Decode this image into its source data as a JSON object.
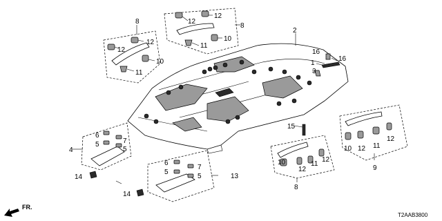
{
  "diagram": {
    "callouts": {
      "c1": "1",
      "c2": "2",
      "c3": "3",
      "c4": "4",
      "c5a": "5",
      "c5b": "5",
      "c5c": "5",
      "c5d": "5",
      "c6a": "6",
      "c6b": "6",
      "c7a": "7",
      "c7b": "7",
      "c8a": "8",
      "c8b": "8",
      "c8c": "8",
      "c9": "9",
      "c10a": "10",
      "c10b": "10",
      "c10c": "10",
      "c10d": "10",
      "c11a": "11",
      "c11b": "11",
      "c11c": "11",
      "c11d": "11",
      "c12a": "12",
      "c12b": "12",
      "c12c": "12",
      "c12d": "12",
      "c12e": "12",
      "c12f": "12",
      "c12g": "12",
      "c12h": "12",
      "c13": "13",
      "c14a": "14",
      "c14b": "14",
      "c15": "15",
      "c16a": "16",
      "c16b": "16"
    },
    "direction_label": "FR.",
    "diagram_code": "T2AAB3800"
  }
}
